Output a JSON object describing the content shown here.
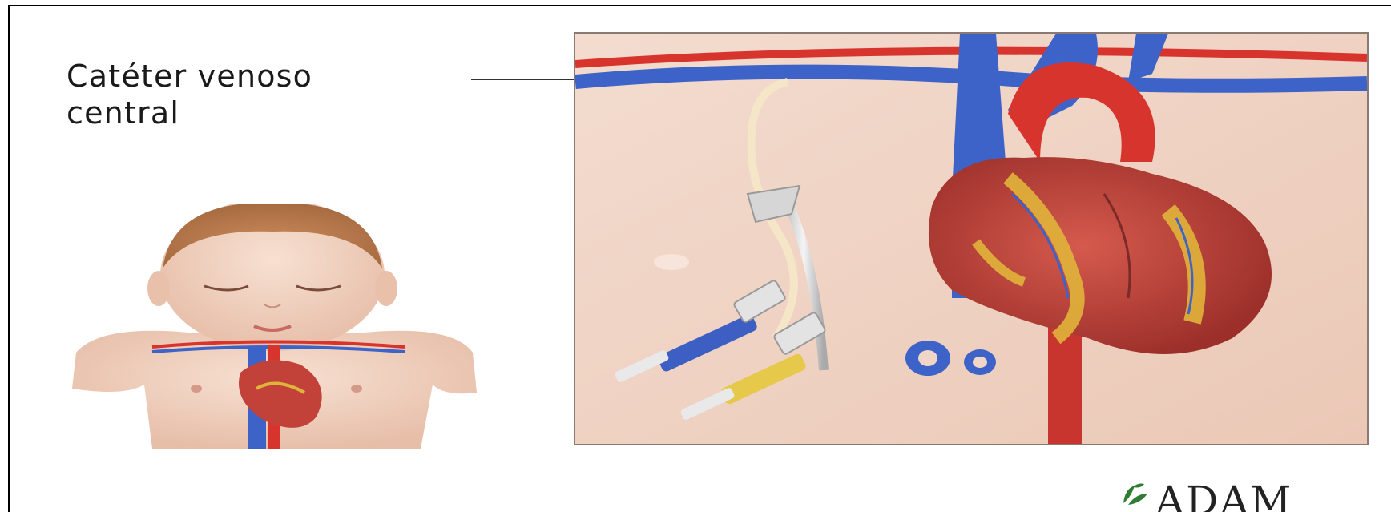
{
  "figure": {
    "label_lines": [
      "Catéter venoso",
      "central"
    ],
    "logo_text": "ADAM",
    "logo_icon": "leaf-icon"
  },
  "colors": {
    "frame": "#000000",
    "skin": "#f1d6c8",
    "vein_blue": "#3d63c8",
    "artery_red": "#d8342e",
    "heart_red": "#c2423a",
    "fat_yellow": "#e0b43a",
    "logo_green": "#2e7d32"
  }
}
